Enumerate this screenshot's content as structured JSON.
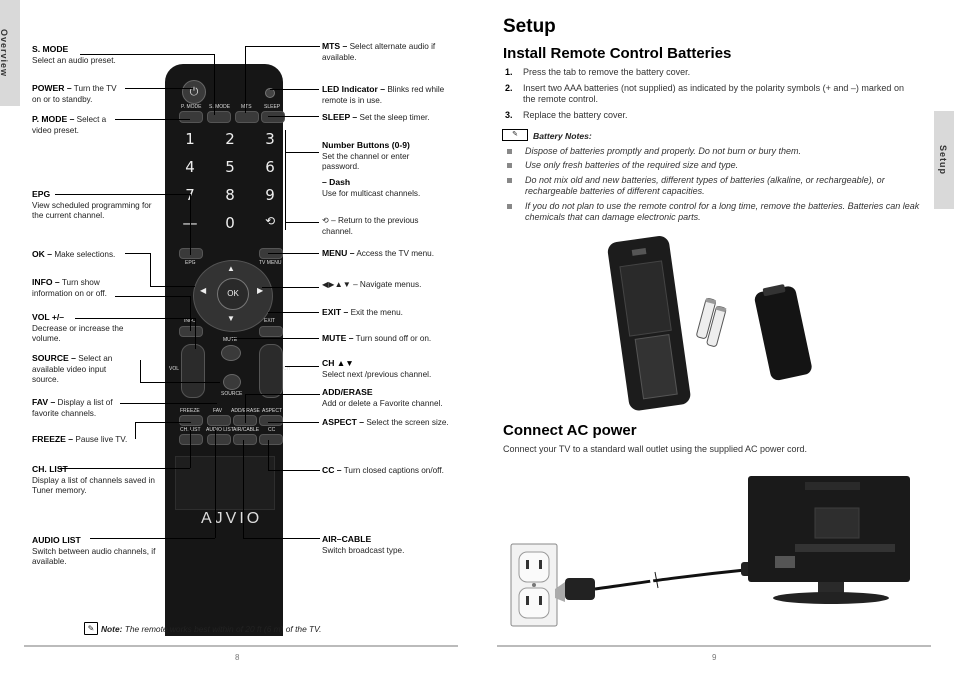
{
  "left_tab": "Overview",
  "right_tab": "Setup",
  "remote_labels": {
    "p_mode": "P. MODE",
    "s_mode": "S. MODE",
    "mts": "MTS",
    "sleep": "SLEEP",
    "digits": [
      "1",
      "2",
      "3",
      "4",
      "5",
      "6",
      "7",
      "8",
      "9",
      "—",
      "0",
      "⟲"
    ],
    "epg": "EPG",
    "tv_menu": "TV MENU",
    "ok": "OK",
    "info": "INFO",
    "exit": "EXIT",
    "mute": "MUTE",
    "vol": "VOL",
    "ch": "CH",
    "source": "SOURCE",
    "freeze": "FREEZE",
    "fav": "FAV",
    "add_erase": "ADD/ERASE",
    "aspect": "ASPECT",
    "ch_list": "CH. LIST",
    "audio_list": "AUDIO LIST",
    "air_cable": "AIR/CABLE",
    "cc": "CC",
    "brand": "AJVIO"
  },
  "left_callouts": [
    {
      "title": "S. MODE",
      "desc": "Select an audio preset."
    },
    {
      "title": "POWER –",
      "desc": "Turn the TV on or to standby."
    },
    {
      "title": "P. MODE –",
      "desc": "Select a video preset."
    },
    {
      "title": "EPG",
      "desc": "View scheduled programming for the current channel."
    },
    {
      "title": "OK –",
      "desc": "Make selections."
    },
    {
      "title": "INFO –",
      "desc": "Turn show information on or off."
    },
    {
      "title": "VOL +/–",
      "desc": "Decrease or increase the volume."
    },
    {
      "title": "SOURCE –",
      "desc": "Select an available video input source."
    },
    {
      "title": "FAV –",
      "desc": "Display a list of favorite channels."
    },
    {
      "title": "FREEZE –",
      "desc": "Pause live TV."
    },
    {
      "title": "CH. LIST",
      "desc": "Display a list of channels saved in Tuner memory."
    },
    {
      "title": "AUDIO LIST",
      "desc": "Switch between audio channels, if available."
    }
  ],
  "right_callouts": [
    {
      "title": "MTS –",
      "desc": "Select alternate audio if available."
    },
    {
      "title": "LED Indicator –",
      "desc": "Blinks red while remote is in use."
    },
    {
      "title": "SLEEP –",
      "desc": "Set the sleep timer."
    },
    {
      "title": "Number Buttons (0-9)",
      "desc": "Set the channel or enter password."
    },
    {
      "title": "– Dash",
      "desc": "Use for multicast channels."
    },
    {
      "title": "",
      "desc": "⟲ – Return to the previous channel."
    },
    {
      "title": "MENU –",
      "desc": "Access the TV menu."
    },
    {
      "title": "",
      "desc": "◀▶▲▼ – Navigate menus."
    },
    {
      "title": "EXIT –",
      "desc": "Exit the menu."
    },
    {
      "title": "MUTE –",
      "desc": "Turn sound off or on."
    },
    {
      "title": "CH ▲▼",
      "desc": "Select next /previous channel."
    },
    {
      "title": "ADD/ERASE",
      "desc": "Add or delete a Favorite channel."
    },
    {
      "title": "ASPECT –",
      "desc": "Select the screen size."
    },
    {
      "title": "CC –",
      "desc": "Turn closed captions on/off."
    },
    {
      "title": "AIR–CABLE",
      "desc": "Switch broadcast type."
    }
  ],
  "note": {
    "label": "Note:",
    "text": "The remote works best within of 20 ft (6 m) of the TV."
  },
  "page_left": "8",
  "page_right": "9",
  "setup": {
    "title": "Setup",
    "batteries_heading": "Install Remote Control Batteries",
    "steps": [
      {
        "n": "1.",
        "text": "Press the tab to remove the battery cover."
      },
      {
        "n": "2.",
        "text": "Insert two AAA batteries (not supplied) as indicated by the polarity symbols (+ and –) marked on the remote control."
      },
      {
        "n": "3.",
        "text": "Replace the battery cover."
      }
    ],
    "battery_notes_label": "Battery Notes:",
    "battery_notes": [
      "Dispose of batteries promptly and properly. Do not burn or bury them.",
      "Use only fresh batteries of the required size and type.",
      "Do not mix old and new batteries, different types of batteries (alkaline, or rechargeable), or rechargeable batteries of different capacities.",
      "If you do not plan to use the remote control for a long time, remove the batteries. Batteries can leak chemicals that can damage electronic parts."
    ],
    "ac_heading": "Connect AC power",
    "ac_text": "Connect your TV to a standard wall outlet using the supplied AC power cord."
  },
  "colors": {
    "tab_bg": "#d9d9d9",
    "remote_body": "#161616",
    "footer_line": "#bbbbbb"
  }
}
